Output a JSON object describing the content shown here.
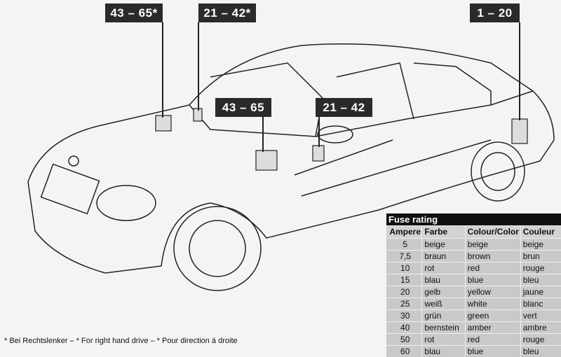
{
  "labels": {
    "top_left": "43 – 65*",
    "top_mid": "21 – 42*",
    "top_right": "1 – 20",
    "mid_left": "43 – 65",
    "mid_right": "21 – 42"
  },
  "table": {
    "title": "Fuse rating",
    "headers": [
      "Ampere",
      "Farbe",
      "Colour/Color",
      "Couleur"
    ],
    "rows": [
      [
        "5",
        "beige",
        "beige",
        "beige"
      ],
      [
        "7,5",
        "braun",
        "brown",
        "brun"
      ],
      [
        "10",
        "rot",
        "red",
        "rouge"
      ],
      [
        "15",
        "blau",
        "blue",
        "bleu"
      ],
      [
        "20",
        "gelb",
        "yellow",
        "jaune"
      ],
      [
        "25",
        "weiß",
        "white",
        "blanc"
      ],
      [
        "30",
        "grün",
        "green",
        "vert"
      ],
      [
        "40",
        "bernstein",
        "amber",
        "ambre"
      ],
      [
        "50",
        "rot",
        "red",
        "rouge"
      ],
      [
        "60",
        "blau",
        "blue",
        "bleu"
      ]
    ]
  },
  "footnote": "* Bei Rechtslenker – * For right hand drive – * Pour direction á droite"
}
